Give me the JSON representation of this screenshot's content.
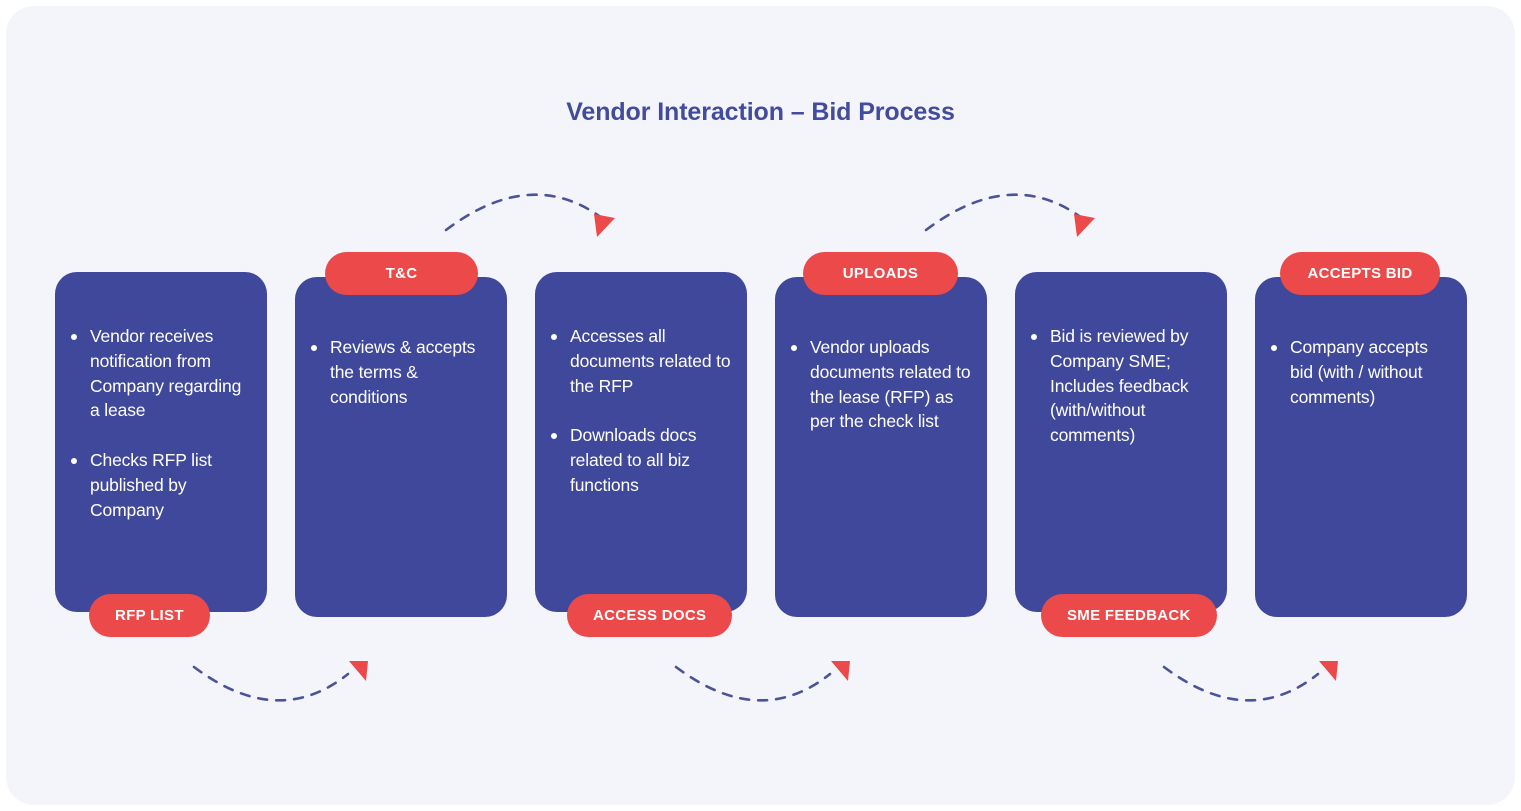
{
  "title": "Vendor Interaction – Bid Process",
  "colors": {
    "background": "#f4f5fa",
    "page": "#ffffff",
    "card": "#40489b",
    "pill": "#ec4a4a",
    "title": "#434b9e",
    "arrow_line": "#4a5499",
    "arrow_head": "#ec4a4a",
    "text": "#ffffff"
  },
  "steps": [
    {
      "pill_label": "RFP LIST",
      "pill_position": "bottom",
      "bullets": [
        "Vendor receives notification from Company regarding a lease",
        "Checks RFP list published by Company"
      ]
    },
    {
      "pill_label": "T&C",
      "pill_position": "top",
      "bullets": [
        "Reviews  & accepts the terms & conditions"
      ]
    },
    {
      "pill_label": "ACCESS DOCS",
      "pill_position": "bottom",
      "bullets": [
        "Accesses all documents related to the RFP",
        "Downloads docs related to all biz functions"
      ]
    },
    {
      "pill_label": "UPLOADS",
      "pill_position": "top",
      "bullets": [
        "Vendor uploads documents related to the lease (RFP) as per the check list"
      ]
    },
    {
      "pill_label": "SME FEEDBACK",
      "pill_position": "bottom",
      "bullets": [
        "Bid is reviewed by Company SME; Includes feedback (with/without comments)"
      ]
    },
    {
      "pill_label": "ACCEPTS BID",
      "pill_position": "top",
      "bullets": [
        "Company accepts bid (with / without comments)"
      ]
    }
  ],
  "connectors": [
    {
      "name": "arrow-step1-to-step2",
      "direction": "up-arc",
      "from_step": 1,
      "to_step": 2
    },
    {
      "name": "arrow-step2-to-step3",
      "direction": "down-arc",
      "from_step": 2,
      "to_step": 3
    },
    {
      "name": "arrow-step3-to-step4",
      "direction": "up-arc",
      "from_step": 3,
      "to_step": 4
    },
    {
      "name": "arrow-step4-to-step5",
      "direction": "down-arc",
      "from_step": 4,
      "to_step": 5
    },
    {
      "name": "arrow-step5-to-step6",
      "direction": "up-arc",
      "from_step": 5,
      "to_step": 6
    },
    {
      "name": "arrow-step6-to-end",
      "direction": "down-arc",
      "from_step": 6,
      "to_step": 7
    }
  ]
}
